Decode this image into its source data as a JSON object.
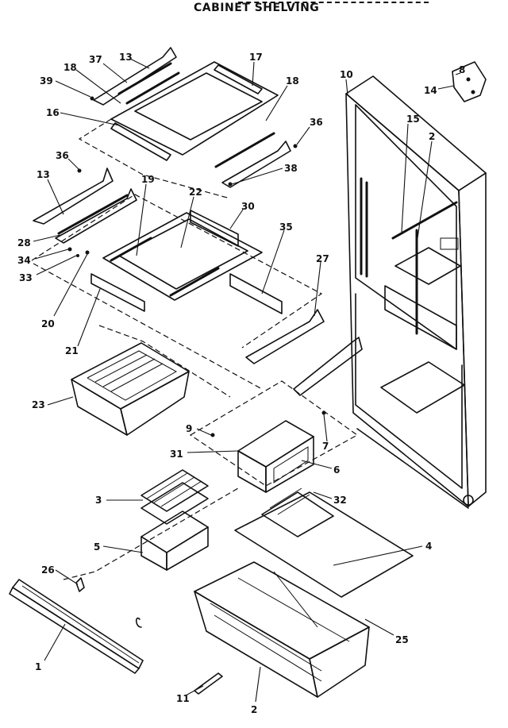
{
  "title": "CABINET SHELVING",
  "callouts": [
    {
      "id": "c37",
      "text": "37"
    },
    {
      "id": "c13a",
      "text": "13"
    },
    {
      "id": "c17",
      "text": "17"
    },
    {
      "id": "c18a",
      "text": "18"
    },
    {
      "id": "c39",
      "text": "39"
    },
    {
      "id": "c18b",
      "text": "18"
    },
    {
      "id": "c16",
      "text": "16"
    },
    {
      "id": "c36a",
      "text": "36"
    },
    {
      "id": "c38",
      "text": "38"
    },
    {
      "id": "c10",
      "text": "10"
    },
    {
      "id": "c8",
      "text": "8"
    },
    {
      "id": "c14",
      "text": "14"
    },
    {
      "id": "c15",
      "text": "15"
    },
    {
      "id": "c2a",
      "text": "2"
    },
    {
      "id": "c36b",
      "text": "36"
    },
    {
      "id": "c13b",
      "text": "13"
    },
    {
      "id": "c19",
      "text": "19"
    },
    {
      "id": "c22",
      "text": "22"
    },
    {
      "id": "c30",
      "text": "30"
    },
    {
      "id": "c35",
      "text": "35"
    },
    {
      "id": "c28",
      "text": "28"
    },
    {
      "id": "c34",
      "text": "34"
    },
    {
      "id": "c27",
      "text": "27"
    },
    {
      "id": "c33",
      "text": "33"
    },
    {
      "id": "c20",
      "text": "20"
    },
    {
      "id": "c21",
      "text": "21"
    },
    {
      "id": "c23",
      "text": "23"
    },
    {
      "id": "c9",
      "text": "9"
    },
    {
      "id": "c7",
      "text": "7"
    },
    {
      "id": "c31",
      "text": "31"
    },
    {
      "id": "c6",
      "text": "6"
    },
    {
      "id": "c3",
      "text": "3"
    },
    {
      "id": "c32",
      "text": "32"
    },
    {
      "id": "c5",
      "text": "5"
    },
    {
      "id": "c4",
      "text": "4"
    },
    {
      "id": "c26",
      "text": "26"
    },
    {
      "id": "c25",
      "text": "25"
    },
    {
      "id": "c1",
      "text": "1"
    },
    {
      "id": "c11",
      "text": "11"
    },
    {
      "id": "c2b",
      "text": "2"
    }
  ]
}
